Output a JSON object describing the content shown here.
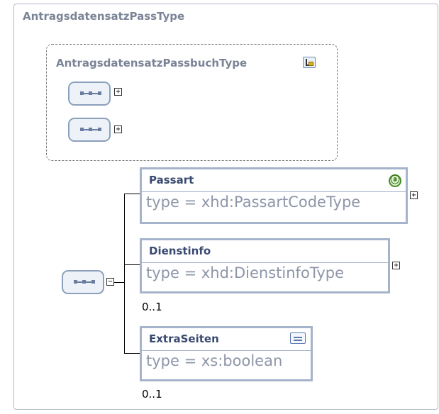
{
  "complex_type": {
    "name": "AntragsdatensatzPassType"
  },
  "group": {
    "name": "AntragsdatensatzPassbuchType",
    "icon": "group-reference-icon"
  },
  "group_sequences": [
    {
      "expander": "+"
    },
    {
      "expander": "+"
    }
  ],
  "main_sequence": {
    "expander": "−"
  },
  "elements": [
    {
      "name": "Passart",
      "type": "type = xhd:PassartCodeType",
      "occurrence": "",
      "badge": "ⓐ",
      "expander": "+"
    },
    {
      "name": "Dienstinfo",
      "type": "type = xhd:DienstinfoType",
      "occurrence": "0..1",
      "expander": "+"
    },
    {
      "name": "ExtraSeiten",
      "type": "type = xs:boolean",
      "occurrence": "0..1",
      "badge_icon": "documentation-icon"
    }
  ]
}
